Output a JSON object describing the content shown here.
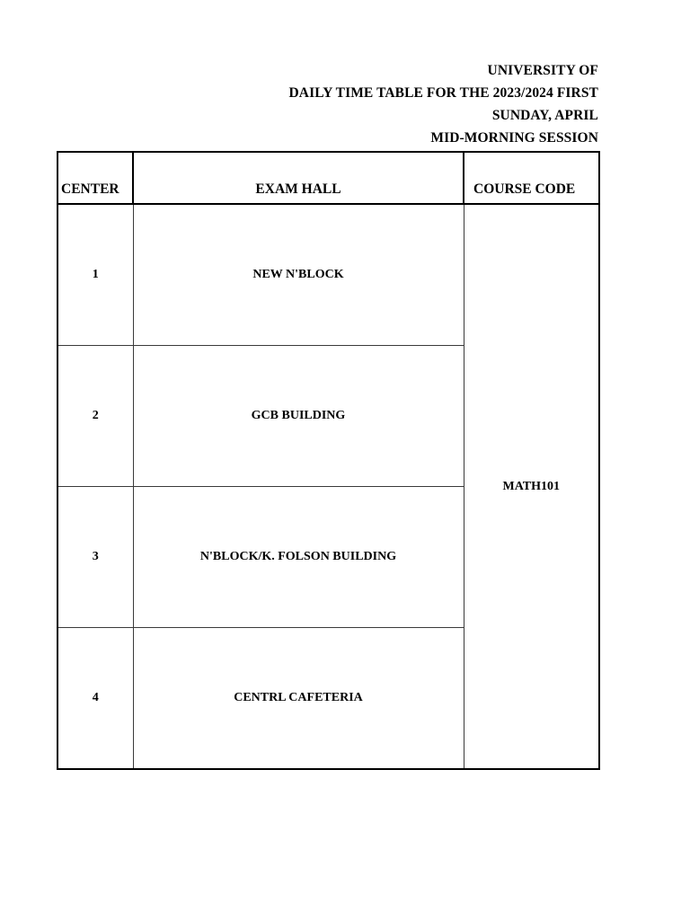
{
  "document": {
    "header_lines": [
      "UNIVERSITY OF",
      "DAILY TIME TABLE FOR THE 2023/2024 FIRST",
      "SUNDAY, APRIL",
      "MID-MORNING SESSION"
    ],
    "header_line_1": "UNIVERSITY OF",
    "header_line_2": "DAILY TIME TABLE FOR THE 2023/2024 FIRST",
    "header_line_3": "SUNDAY, APRIL",
    "header_line_4": "MID-MORNING SESSION"
  },
  "table": {
    "columns": [
      {
        "key": "center",
        "label": "CENTER"
      },
      {
        "key": "exam_hall",
        "label": "EXAM HALL"
      },
      {
        "key": "course_code",
        "label": "COURSE CODE"
      }
    ],
    "headers": {
      "center": "CENTER",
      "exam_hall": "EXAM HALL",
      "course_code": "COURSE CODE"
    },
    "course_code_merged": "MATH101",
    "rows": [
      {
        "center": "1",
        "exam_hall": "NEW N'BLOCK"
      },
      {
        "center": "2",
        "exam_hall": "GCB BUILDING"
      },
      {
        "center": "3",
        "exam_hall": "N'BLOCK/K. FOLSON BUILDING"
      },
      {
        "center": "4",
        "exam_hall": "CENTRL CAFETERIA"
      }
    ]
  },
  "colors": {
    "page_background": "#ffffff",
    "text": "#000000",
    "table_outer_border": "#000000",
    "table_inner_border": "#3a3a3a"
  }
}
